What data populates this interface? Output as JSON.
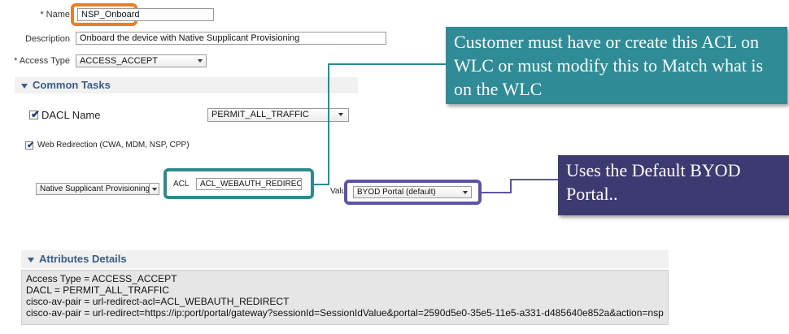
{
  "form": {
    "name_label": "* Name",
    "name_value": "NSP_Onboard",
    "description_label": "Description",
    "description_value": "Onboard the device with Native Supplicant Provisioning",
    "access_type_label": "* Access Type",
    "access_type_value": "ACCESS_ACCEPT"
  },
  "common_tasks": {
    "title": "Common Tasks",
    "dacl_label": "DACL Name",
    "dacl_checked": true,
    "dacl_value": "PERMIT_ALL_TRAFFIC",
    "web_redirect_label": "Web Redirection (CWA, MDM, NSP, CPP)",
    "web_redirect_checked": true,
    "redirect_type_value": "Native Supplicant Provisioning",
    "acl_label": "ACL",
    "acl_value": "ACL_WEBAUTH_REDIRECT",
    "value_label": "Value",
    "portal_value": "BYOD Portal (default)"
  },
  "attributes": {
    "title": "Attributes Details",
    "lines": [
      "Access Type = ACCESS_ACCEPT",
      "DACL = PERMIT_ALL_TRAFFIC",
      "cisco-av-pair = url-redirect-acl=ACL_WEBAUTH_REDIRECT",
      "cisco-av-pair = url-redirect=https://ip:port/portal/gateway?sessionId=SessionIdValue&portal=2590d5e0-35e5-11e5-a331-d485640e852a&action=nsp"
    ]
  },
  "callouts": {
    "acl_note": "Customer must have or create this ACL on WLC or must modify this to Match what is on the WLC",
    "portal_note": "Uses the Default BYOD Portal.."
  },
  "colors": {
    "name_highlight": "#f07d1f",
    "acl_highlight": "#2e8a8e",
    "portal_highlight": "#5a55a6",
    "acl_callout_bg": "#2f8b96",
    "portal_callout_bg": "#3d3a72",
    "section_title": "#3a5d86"
  }
}
